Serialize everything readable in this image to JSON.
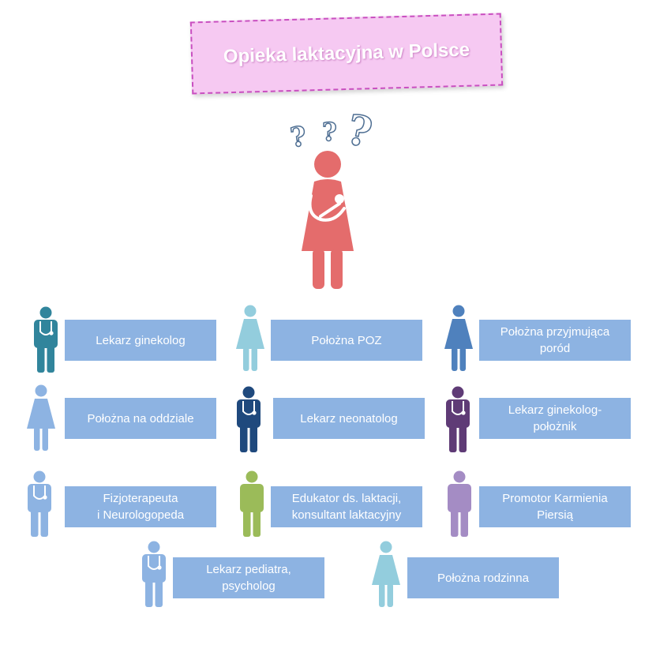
{
  "title": "Opieka laktacyjna w Polsce",
  "question_marks": [
    "?",
    "?",
    "?"
  ],
  "colors": {
    "title_bg": "#f6c9f2",
    "title_border": "#c94fc0",
    "label_bg": "#8db3e2",
    "mother": "#e46c6c",
    "teal": "#31859c",
    "light_cyan": "#93cddd",
    "steel_blue": "#4f81bd",
    "navy": "#1f497d",
    "dark_purple": "#5f3b76",
    "sky_blue": "#8db3e2",
    "green": "#9bbb59",
    "lavender": "#a48cc4"
  },
  "mother_icon": "pregnant-mother-holding-baby-icon",
  "roles": [
    {
      "label": "Lekarz ginekolog",
      "icon": "male-doctor-icon",
      "color": "#31859c"
    },
    {
      "label": "Położna POZ",
      "icon": "female-figure-icon",
      "color": "#93cddd"
    },
    {
      "label": "Położna przyjmująca\nporód",
      "icon": "female-figure-icon",
      "color": "#4f81bd"
    },
    {
      "label": "Położna na oddziale",
      "icon": "female-figure-icon",
      "color": "#8db3e2"
    },
    {
      "label": "Lekarz neonatolog",
      "icon": "male-doctor-icon",
      "color": "#1f497d"
    },
    {
      "label": "Lekarz ginekolog-\npołożnik",
      "icon": "male-doctor-icon",
      "color": "#5f3b76"
    },
    {
      "label": "Fizjoterapeuta\ni Neurologopeda",
      "icon": "male-doctor-icon",
      "color": "#8db3e2"
    },
    {
      "label": "Edukator ds. laktacji,\nkonsultant laktacyjny",
      "icon": "male-figure-icon",
      "color": "#9bbb59"
    },
    {
      "label": "Promotor Karmienia\nPiersią",
      "icon": "male-figure-icon",
      "color": "#a48cc4"
    },
    {
      "label": "Lekarz pediatra,\npsycholog",
      "icon": "male-doctor-icon",
      "color": "#8db3e2"
    },
    {
      "label": "Położna rodzinna",
      "icon": "female-figure-icon",
      "color": "#93cddd"
    }
  ]
}
